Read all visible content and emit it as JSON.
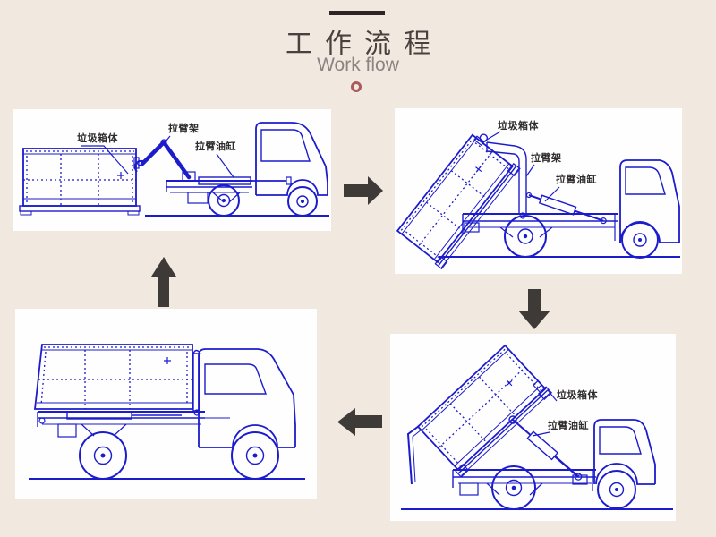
{
  "colors": {
    "page-bg": "#f1e8e0",
    "panel-bg": "#fefefe",
    "line-blue": "#1c1ccd",
    "arrow-gray": "#3e3a37",
    "title-color": "#4b403e",
    "subtitle-color": "#8c8482",
    "title-bar": "#2e2527",
    "accent-ring": "#ab5a5e",
    "label-color": "#2f2d2c"
  },
  "header": {
    "title": "工作流程",
    "subtitle": "Work flow"
  },
  "diagram": {
    "steps": [
      {
        "step": 1,
        "annotations": [
          "垃圾箱体",
          "拉臂架",
          "拉臂油缸"
        ]
      },
      {
        "step": 2,
        "annotations": [
          "垃圾箱体",
          "拉臂架",
          "拉臂油缸"
        ]
      },
      {
        "step": 3,
        "annotations": [
          "垃圾箱体",
          "拉臂油缸"
        ]
      },
      {
        "step": 4,
        "annotations": []
      }
    ],
    "arrows": [
      {
        "icon": "arrow-right"
      },
      {
        "icon": "arrow-down"
      },
      {
        "icon": "arrow-left"
      },
      {
        "icon": "arrow-up"
      }
    ]
  }
}
